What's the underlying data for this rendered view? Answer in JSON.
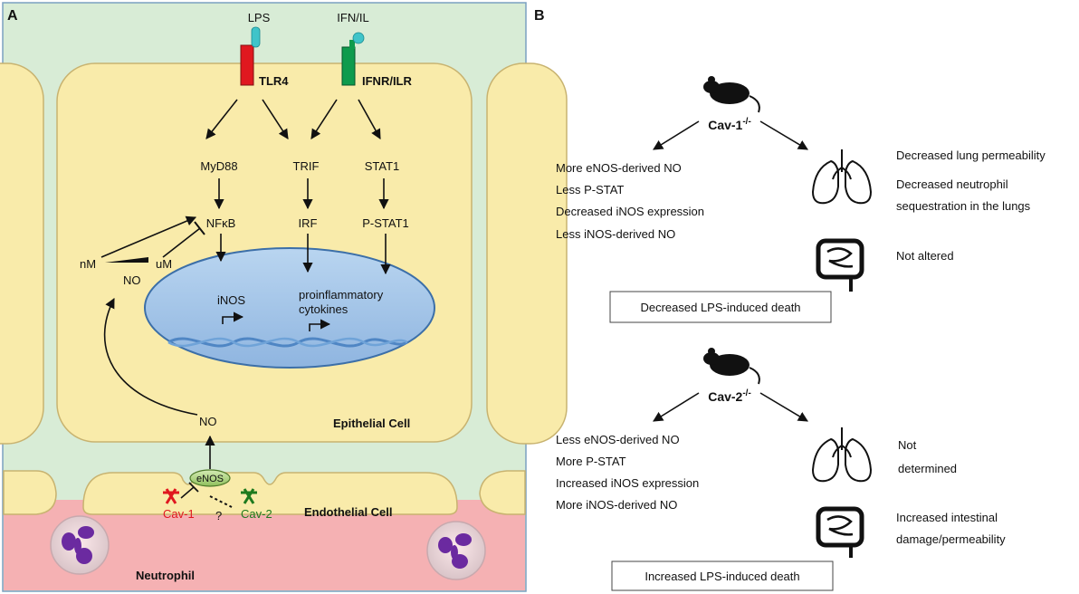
{
  "panels": {
    "a": "A",
    "b": "B"
  },
  "panel_a": {
    "receptors": {
      "lps": "LPS",
      "tlr4": "TLR4",
      "ifn_il": "IFN/IL",
      "ifnr_ilr": "IFNR/ILR"
    },
    "signaling": {
      "myd88": "MyD88",
      "trif": "TRIF",
      "stat1": "STAT1",
      "nfkb": "NFκB",
      "irf": "IRF",
      "pstat1": "P-STAT1"
    },
    "nucleus": {
      "inos": "iNOS",
      "proinflam_line1": "proinflammatory",
      "proinflam_line2": "cytokines"
    },
    "no_levels": {
      "nm": "nM",
      "um": "uM",
      "no": "NO"
    },
    "no_bottom": "NO",
    "epithelial_cell": "Epithelial Cell",
    "endothelial_cell": "Endothelial  Cell",
    "enos": "eNOS",
    "cav1": "Cav-1",
    "cav2": "Cav-2",
    "question": "?",
    "neutrophil": "Neutrophil"
  },
  "panel_b": {
    "cav1": {
      "mouse_label": "Cav-1",
      "superscript": "-/-",
      "left_items": [
        "More eNOS-derived NO",
        "Less P-STAT",
        "Decreased iNOS expression",
        "Less iNOS-derived NO"
      ],
      "lung_text": [
        "Decreased  lung permeability"
      ],
      "lung_text2": [
        "Decreased neutrophil",
        "sequestration in the lungs"
      ],
      "intestine_text": "Not altered",
      "outcome": "Decreased LPS-induced death"
    },
    "cav2": {
      "mouse_label": "Cav-2",
      "superscript": "-/-",
      "left_items": [
        "Less eNOS-derived NO",
        "More P-STAT",
        "Increased iNOS expression",
        "More iNOS-derived NO"
      ],
      "lung_text": [
        "Not",
        "determined"
      ],
      "intestine_text": [
        "Increased intestinal",
        "damage/permeability"
      ],
      "outcome": "Increased LPS-induced death"
    }
  },
  "colors": {
    "background_green": "#d8ecd6",
    "cell_yellow": "#f9ebaa",
    "nucleus_blue": "#a8c8ea",
    "blood_pink": "#f5b1b3",
    "tlr4_red": "#e0181f",
    "ifnr_green": "#0e9b4d",
    "ligand_cyan": "#3fc4c9",
    "cav1_red": "#e0181f",
    "cav2_green": "#1e7a1e",
    "enos_green": "#b8d890",
    "neutrophil_purple": "#6b2aa0"
  }
}
